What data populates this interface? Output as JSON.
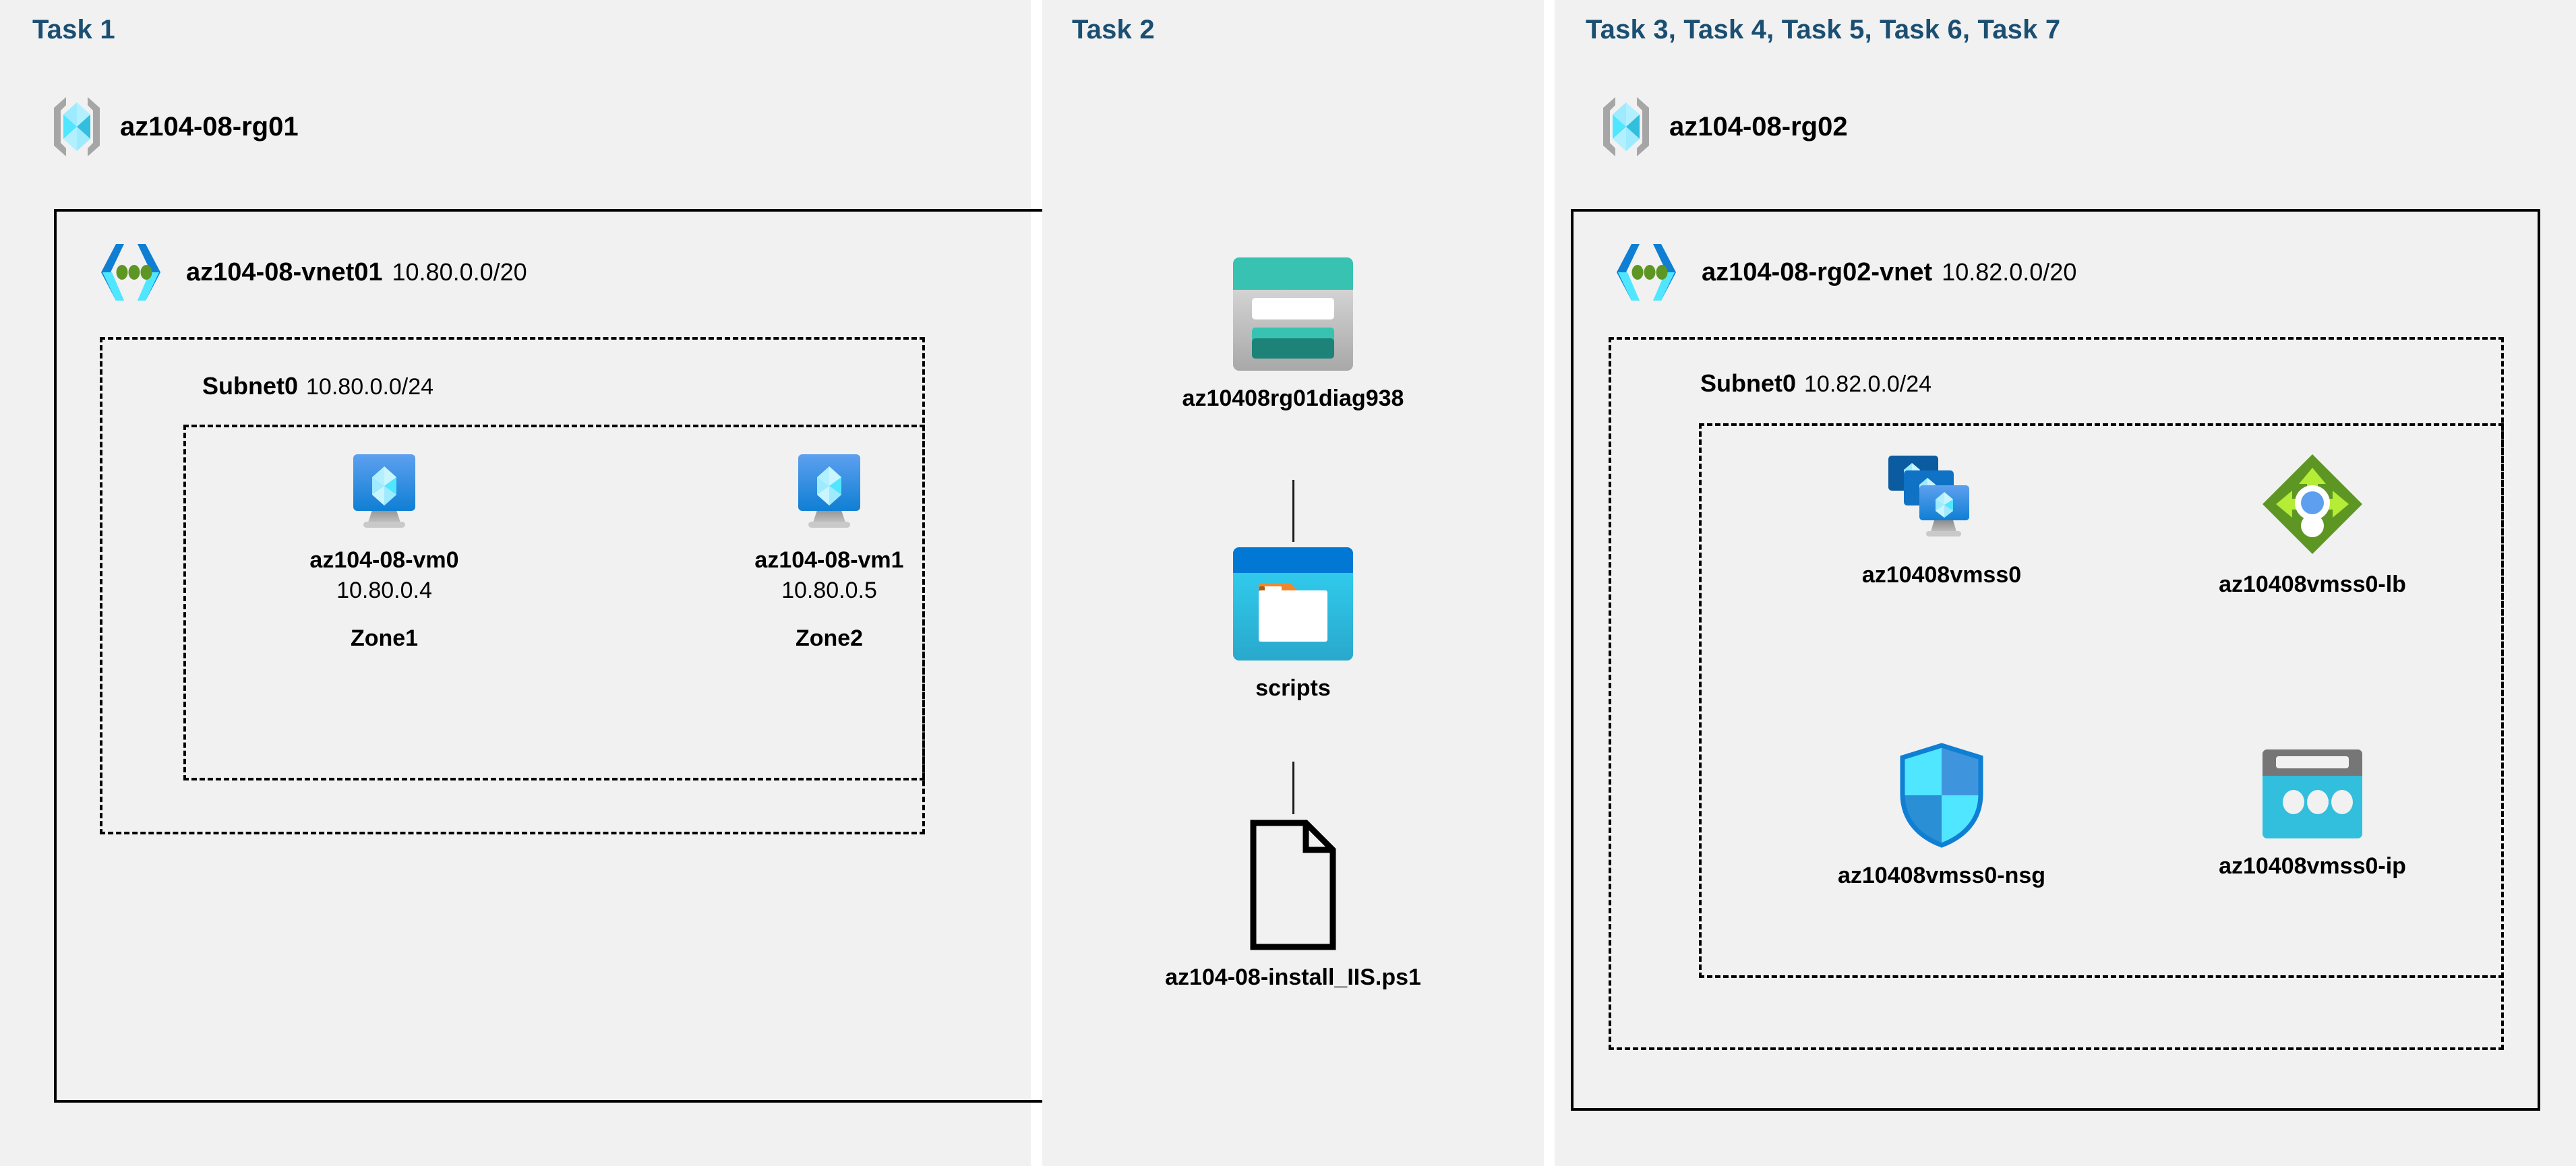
{
  "panels": {
    "task1": {
      "header": "Task 1",
      "resource_group": {
        "name": "az104-08-rg01",
        "icon": "resource-group-icon"
      },
      "vnet": {
        "name": "az104-08-vnet01",
        "cidr": "10.80.0.0/20",
        "icon": "virtual-network-icon"
      },
      "subnet": {
        "name": "Subnet0",
        "cidr": "10.80.0.0/24"
      },
      "vms": [
        {
          "icon": "virtual-machine-icon",
          "name": "az104-08-vm0",
          "ip": "10.80.0.4",
          "zone": "Zone1"
        },
        {
          "icon": "virtual-machine-icon",
          "name": "az104-08-vm1",
          "ip": "10.80.0.5",
          "zone": "Zone2"
        }
      ]
    },
    "task2": {
      "header": "Task 2",
      "items": [
        {
          "icon": "storage-account-icon",
          "name": "az10408rg01diag938"
        },
        {
          "icon": "blob-container-icon",
          "name": "scripts"
        },
        {
          "icon": "file-icon",
          "name": "az104-08-install_IIS.ps1"
        }
      ]
    },
    "task3": {
      "header": "Task 3, Task 4, Task 5, Task 6, Task 7",
      "resource_group": {
        "name": "az104-08-rg02",
        "icon": "resource-group-icon"
      },
      "vnet": {
        "name": "az104-08-rg02-vnet",
        "cidr": "10.82.0.0/20",
        "icon": "virtual-network-icon"
      },
      "subnet": {
        "name": "Subnet0",
        "cidr": "10.82.0.0/24"
      },
      "resources": [
        {
          "icon": "vm-scale-set-icon",
          "name": "az10408vmss0"
        },
        {
          "icon": "load-balancer-icon",
          "name": "az10408vmss0-lb"
        },
        {
          "icon": "network-security-group-icon",
          "name": "az10408vmss0-nsg"
        },
        {
          "icon": "public-ip-address-icon",
          "name": "az10408vmss0-ip"
        }
      ]
    }
  },
  "colors": {
    "panel_background": "#f1f1f1",
    "page_background": "#ffffff",
    "task_header": "#1b4f72",
    "border": "#000000",
    "azure_blue": "#0078d4",
    "azure_cyan": "#50e6ff",
    "storage_teal": "#37c2b1",
    "lb_green": "#5e9624",
    "nsg_blue": "#32bedd"
  }
}
